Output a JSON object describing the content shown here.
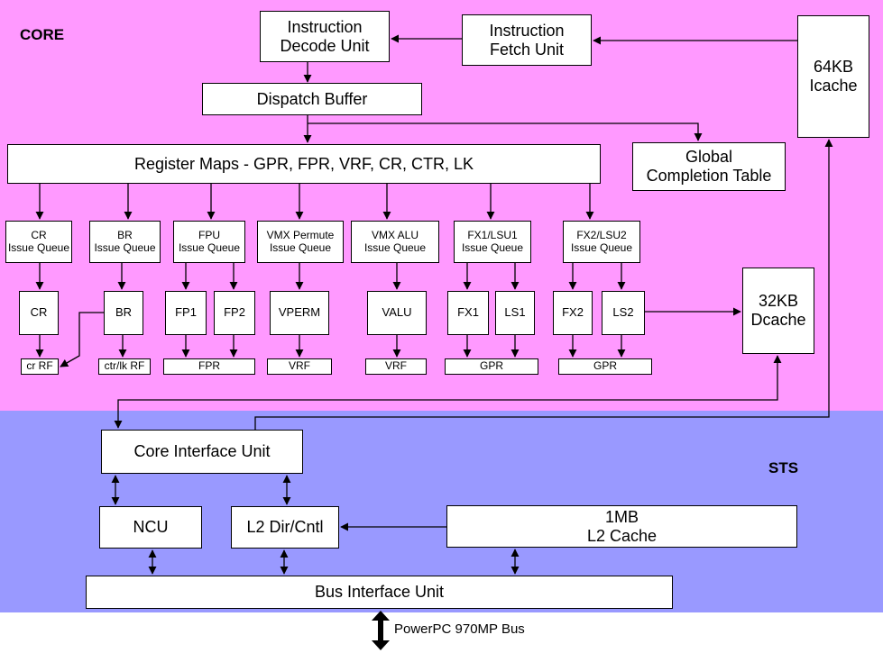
{
  "regions": {
    "core": {
      "label": "CORE",
      "color": "#ff99ff"
    },
    "sts": {
      "label": "STS",
      "color": "#9999ff"
    }
  },
  "blocks": {
    "instruction_decode_unit": "Instruction\nDecode Unit",
    "instruction_fetch_unit": "Instruction\nFetch Unit",
    "icache": "64KB\nIcache",
    "dispatch_buffer": "Dispatch Buffer",
    "register_maps": "Register Maps - GPR, FPR, VRF, CR, CTR, LK",
    "global_completion_table": "Global\nCompletion Table",
    "dcache": "32KB\nDcache",
    "core_interface_unit": "Core Interface Unit",
    "ncu": "NCU",
    "l2_dir_cntl": "L2 Dir/Cntl",
    "l2_cache": "1MB\nL2 Cache",
    "bus_interface_unit": "Bus Interface Unit"
  },
  "issue_queues": [
    {
      "id": "cr",
      "label": "CR\nIssue Queue"
    },
    {
      "id": "br",
      "label": "BR\nIssue Queue"
    },
    {
      "id": "fpu",
      "label": "FPU\nIssue Queue"
    },
    {
      "id": "vmx_permute",
      "label": "VMX Permute\nIssue Queue"
    },
    {
      "id": "vmx_alu",
      "label": "VMX ALU\nIssue Queue"
    },
    {
      "id": "fx1_lsu1",
      "label": "FX1/LSU1\nIssue Queue"
    },
    {
      "id": "fx2_lsu2",
      "label": "FX2/LSU2\nIssue Queue"
    }
  ],
  "execution_units": [
    {
      "id": "cr",
      "label": "CR"
    },
    {
      "id": "br",
      "label": "BR"
    },
    {
      "id": "fp1",
      "label": "FP1"
    },
    {
      "id": "fp2",
      "label": "FP2"
    },
    {
      "id": "vperm",
      "label": "VPERM"
    },
    {
      "id": "valu",
      "label": "VALU"
    },
    {
      "id": "fx1",
      "label": "FX1"
    },
    {
      "id": "ls1",
      "label": "LS1"
    },
    {
      "id": "fx2",
      "label": "FX2"
    },
    {
      "id": "ls2",
      "label": "LS2"
    }
  ],
  "register_files": [
    {
      "id": "cr_rf",
      "label": "cr RF"
    },
    {
      "id": "ctr_lk_rf",
      "label": "ctr/lk RF"
    },
    {
      "id": "fpr",
      "label": "FPR"
    },
    {
      "id": "vrf1",
      "label": "VRF"
    },
    {
      "id": "vrf2",
      "label": "VRF"
    },
    {
      "id": "gpr1",
      "label": "GPR"
    },
    {
      "id": "gpr2",
      "label": "GPR"
    }
  ],
  "bus_label": "PowerPC 970MP Bus"
}
